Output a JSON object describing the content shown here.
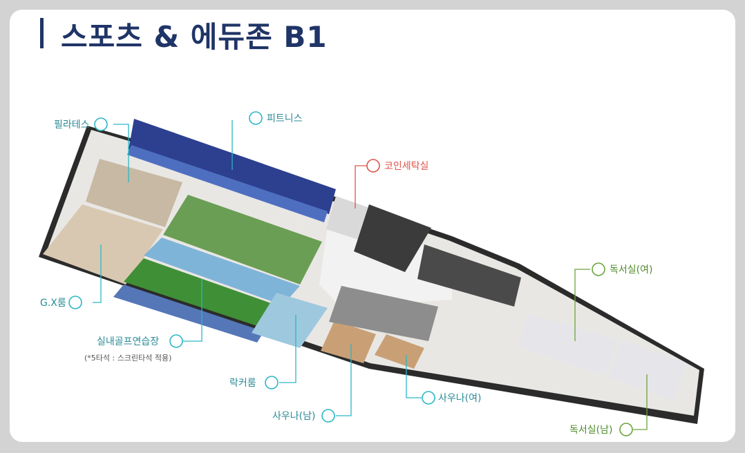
{
  "title": "스포츠 & 에듀존 B1",
  "colors": {
    "title": "#1f3467",
    "callout_teal": "#2ab7c6",
    "callout_red": "#e0534a",
    "callout_green": "#6aa33a"
  },
  "labels": {
    "pilates": "필라테스",
    "fitness": "피트니스",
    "coin_laundry": "코인세탁실",
    "gx_room": "G.X룸",
    "indoor_golf": "실내골프연습장",
    "indoor_golf_note": "(*5타석 : 스크린타석 적용)",
    "locker_room": "락커룸",
    "sauna_men": "사우나(남)",
    "sauna_women": "사우나(여)",
    "reading_women": "독서실(여)",
    "reading_men": "독서실(남)"
  },
  "icons": {
    "pilates": "pilates-icon",
    "fitness": "treadmill-icon",
    "coin_laundry": "washing-machine-icon",
    "gx_room": "dance-icon",
    "indoor_golf": "golf-tee-icon",
    "locker_room": "locker-icon",
    "sauna_men": "sauna-icon",
    "sauna_women": "sauna-icon",
    "reading_women": "book-icon",
    "reading_men": "book-icon"
  }
}
